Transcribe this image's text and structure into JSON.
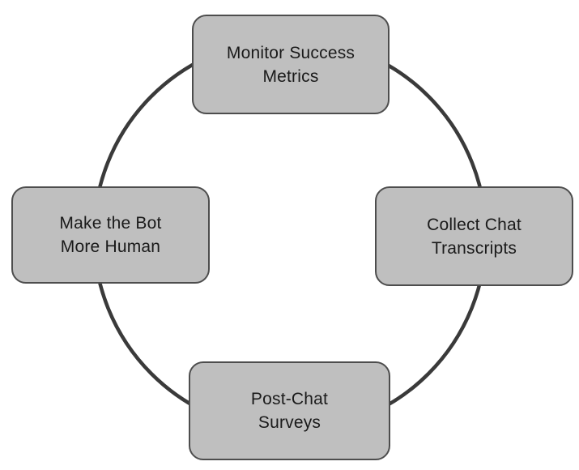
{
  "theme": {
    "circle-stroke": "#3a3a3a",
    "box-fill": "#bfbfbf",
    "box-border": "#4d4d4d",
    "text-color": "#1a1a1a",
    "background": "#ffffff"
  },
  "diagram": {
    "type": "cycle",
    "nodes": [
      {
        "position": "top",
        "label": "Monitor Success\nMetrics"
      },
      {
        "position": "right",
        "label": "Collect Chat\nTranscripts"
      },
      {
        "position": "bottom",
        "label": "Post-Chat\nSurveys"
      },
      {
        "position": "left",
        "label": "Make the Bot\nMore Human"
      }
    ]
  }
}
